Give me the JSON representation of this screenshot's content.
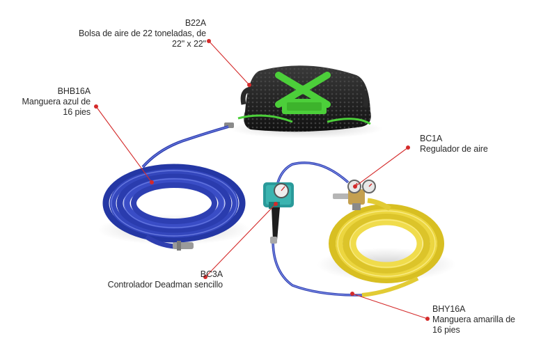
{
  "colors": {
    "background": "#ffffff",
    "leader_line": "#d42a2a",
    "blue_hose": "#2f3fb0",
    "yellow_hose": "#e8d23a",
    "bag_body": "#1c1c1c",
    "bag_accent": "#4ccf3a"
  },
  "callouts": [
    {
      "id": "b22a",
      "code": "B22A",
      "description": "Bolsa de aire de 22 toneladas, de\n22\" x 22\""
    },
    {
      "id": "bhb16a",
      "code": "BHB16A",
      "description": "Manguera azul de\n16 pies"
    },
    {
      "id": "bc1a",
      "code": "BC1A",
      "description": "Regulador de aire"
    },
    {
      "id": "bc3a",
      "code": "BC3A",
      "description": "Controlador Deadman sencillo"
    },
    {
      "id": "bhy16a",
      "code": "BHY16A",
      "description": "Manguera amarilla de\n16 pies"
    }
  ],
  "products": [
    {
      "name": "air-bag",
      "icon": "air-lifting-bag"
    },
    {
      "name": "blue-hose",
      "icon": "coiled-hose"
    },
    {
      "name": "yellow-hose",
      "icon": "coiled-hose"
    },
    {
      "name": "regulator",
      "icon": "pressure-regulator"
    },
    {
      "name": "deadman-controller",
      "icon": "deadman-controller"
    }
  ]
}
